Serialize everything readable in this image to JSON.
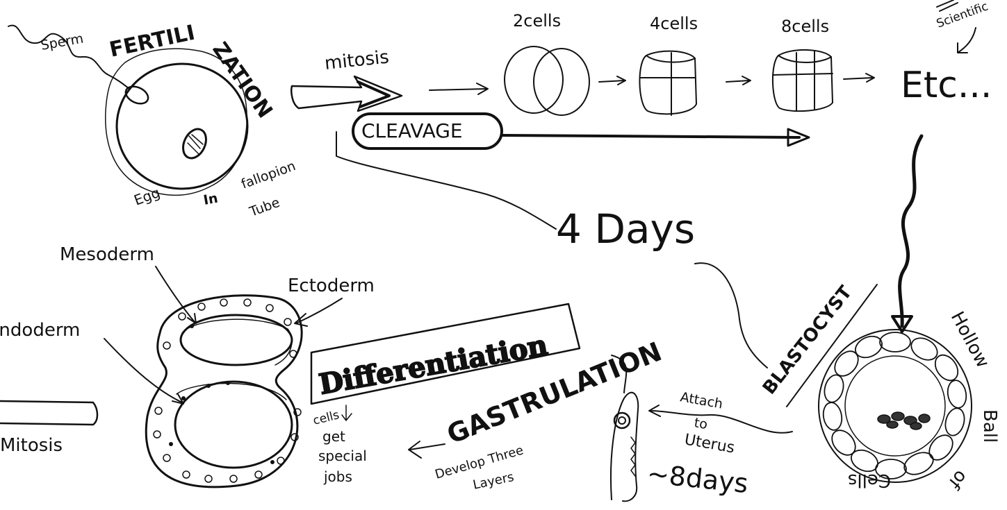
{
  "labels": {
    "fertilization": "FERTILIZATION",
    "sperm": "Sperm",
    "egg": "Egg",
    "in": "In",
    "fallopion": "fallopion",
    "tube": "Tube",
    "mitosis_top": "mitosis",
    "cleavage": "CLEAVAGE",
    "two_cells": "2cells",
    "four_cells": "4cells",
    "eight_cells": "8cells",
    "etc": "Etc...",
    "scientific": "Scientific",
    "four_days": "4 Days",
    "blastocyst": "BLASTOCYST",
    "hollow": "Hollow",
    "ball": "Ball",
    "of": "of",
    "cells": "Cells",
    "attach": "Attach",
    "to": "to",
    "uterus": "Uterus",
    "eight_days": "~8days",
    "gastrulation": "GASTRULATION",
    "develop_three": "Develop Three",
    "layers": "Layers",
    "differentiation": "Differentiation",
    "cells_get": "cells",
    "get": "get",
    "special": "special",
    "jobs": "jobs",
    "mesoderm": "Mesoderm",
    "ectoderm": "Ectoderm",
    "endoderm": "Endoderm",
    "mitosis_bottom": "Mitosis"
  }
}
